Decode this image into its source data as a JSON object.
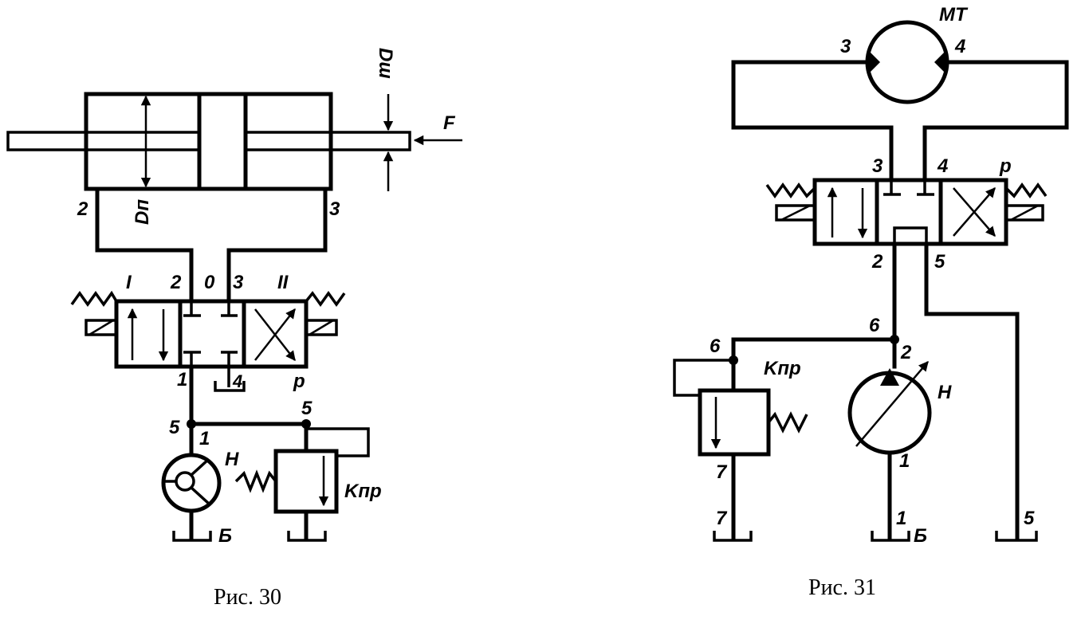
{
  "figure30": {
    "caption": "Рис. 30",
    "labels": {
      "d_piston": "Dп",
      "d_rod": "Dш",
      "force": "F",
      "port2_cyl": "2",
      "port3_cyl": "3",
      "pos1": "I",
      "pos2": "II",
      "port2_val": "2",
      "port0_val": "0",
      "port3_val": "3",
      "port1_val": "1",
      "port4_val": "4",
      "p_val": "p",
      "node5_left": "5",
      "node1": "1",
      "node5_right": "5",
      "pump": "H",
      "relief": "Kпр",
      "tank": "Б"
    }
  },
  "figure31": {
    "caption": "Рис. 31",
    "labels": {
      "motor": "MT",
      "port3_motor": "3",
      "port4_motor": "4",
      "port3_val": "3",
      "port4_val": "4",
      "p_val": "p",
      "port2_val": "2",
      "port5_val": "5",
      "node6_left": "6",
      "node6_right": "6",
      "node2_pump": "2",
      "relief": "Kпр",
      "pump": "H",
      "port7": "7",
      "port1": "1",
      "tank7": "7",
      "tank1": "1",
      "tank": "Б",
      "tank5": "5"
    }
  }
}
